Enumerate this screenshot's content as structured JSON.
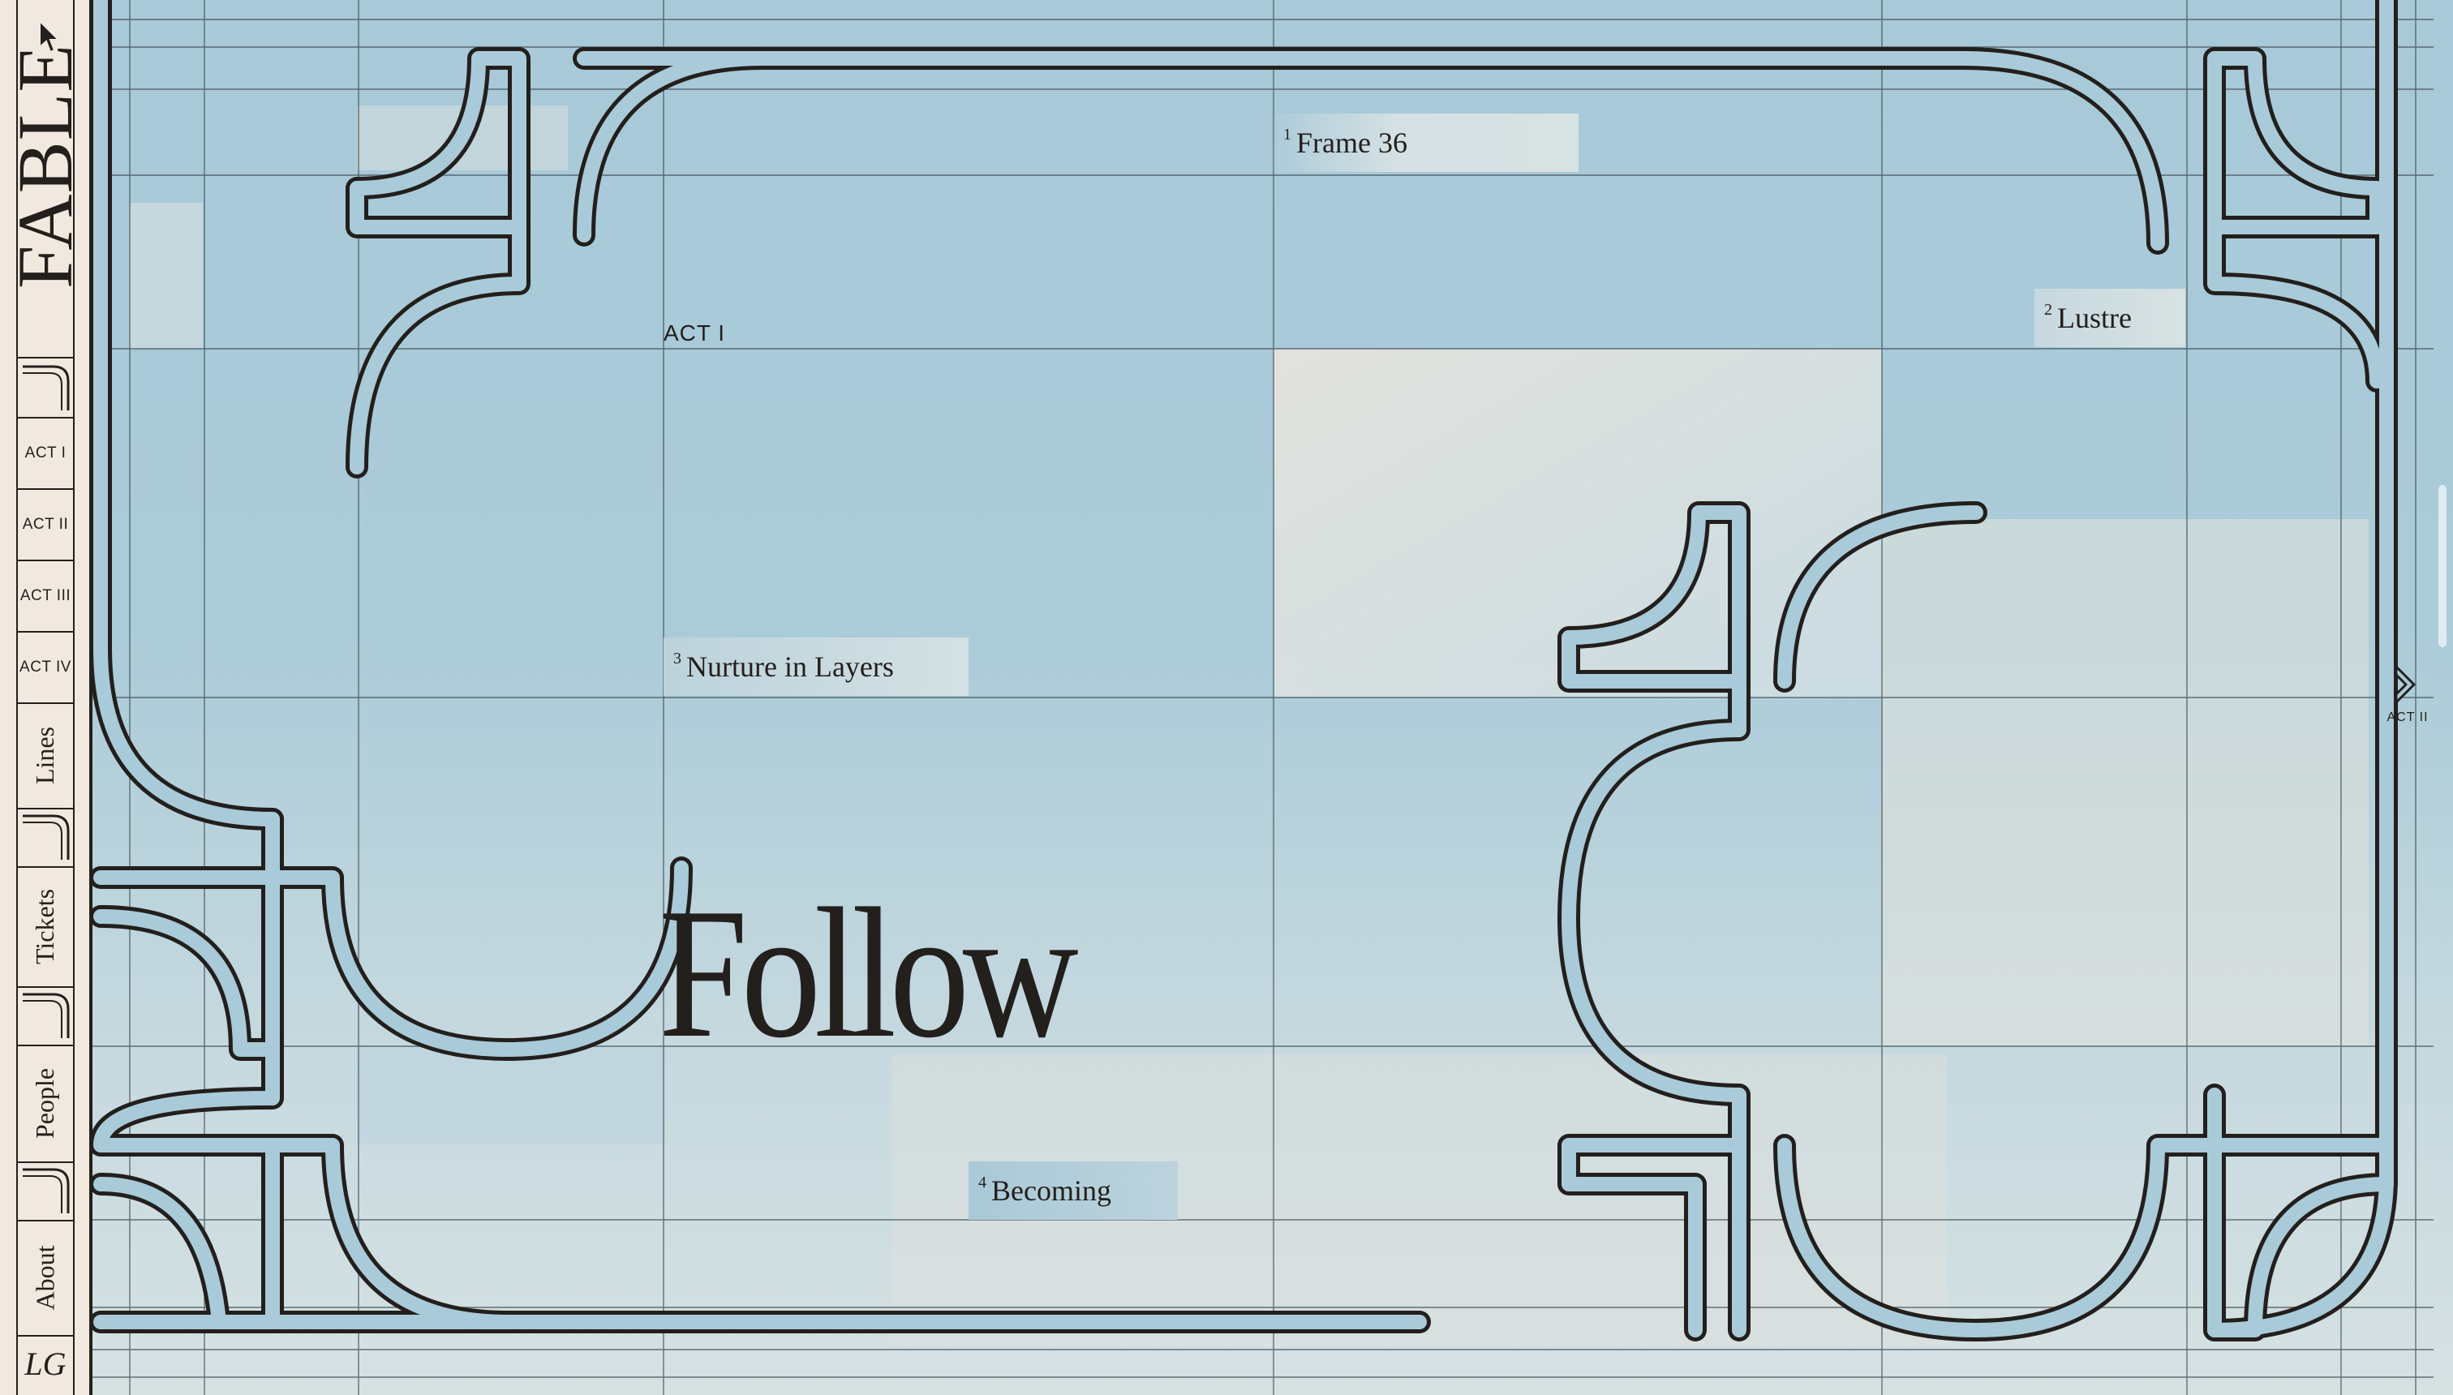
{
  "sidebar": {
    "logo": "FABLE",
    "acts": [
      {
        "label": "ACT I"
      },
      {
        "label": "ACT II"
      },
      {
        "label": "ACT III"
      },
      {
        "label": "ACT IV"
      }
    ],
    "links": [
      {
        "label": "Lines"
      },
      {
        "label": "Tickets"
      },
      {
        "label": "People"
      },
      {
        "label": "About"
      }
    ],
    "brand_mark": "LG"
  },
  "main": {
    "current_act": "ACT I",
    "hero_word": "Follow",
    "chapters": [
      {
        "num": "1",
        "title": "Frame 36"
      },
      {
        "num": "2",
        "title": "Lustre"
      },
      {
        "num": "3",
        "title": "Nurture in Layers"
      },
      {
        "num": "4",
        "title": "Becoming"
      }
    ],
    "next_act": "ACT II"
  },
  "colors": {
    "sky": "#a9cad8",
    "ink": "#231f1c",
    "paper": "#f1e9df",
    "haze": "#dae3e3"
  },
  "icons": [
    "cursor-icon",
    "corner-frame-icon",
    "chevron-right-icon"
  ]
}
